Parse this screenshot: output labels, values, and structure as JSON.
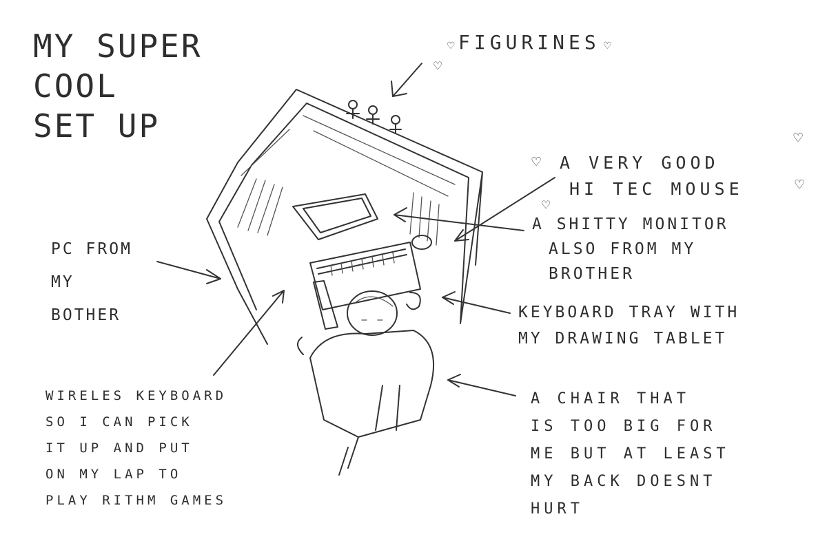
{
  "title": {
    "lines": [
      "MY SUPER",
      "COOL",
      "SET UP"
    ]
  },
  "annotations": {
    "figurines": "FIGURINES",
    "mouse": {
      "lines": [
        "A VERY GOOD",
        "HI TEC MOUSE"
      ]
    },
    "monitor": {
      "lines": [
        "A SHITTY MONITOR",
        "ALSO FROM MY",
        "BROTHER"
      ]
    },
    "pc": {
      "lines": [
        "PC FROM",
        "MY",
        "BOTHER"
      ]
    },
    "keyboard_tray": {
      "lines": [
        "KEYBOARD TRAY WITH",
        "MY DRAWING TABLET"
      ]
    },
    "wireless_keyboard": {
      "lines": [
        "WIRELES KEYBOARD",
        "SO I CAN PICK",
        "IT UP AND PUT",
        "ON MY LAP TO",
        "PLAY RITHM GAMES"
      ]
    },
    "chair": {
      "lines": [
        "A CHAIR THAT",
        "IS TOO BIG FOR",
        "ME BUT AT LEAST",
        "MY BACK DOESNT",
        "HURT"
      ]
    }
  },
  "colors": {
    "ink": "#2e2e2e",
    "paper": "#ffffff"
  },
  "icons": [
    "heart-icon",
    "arrow-icon"
  ]
}
